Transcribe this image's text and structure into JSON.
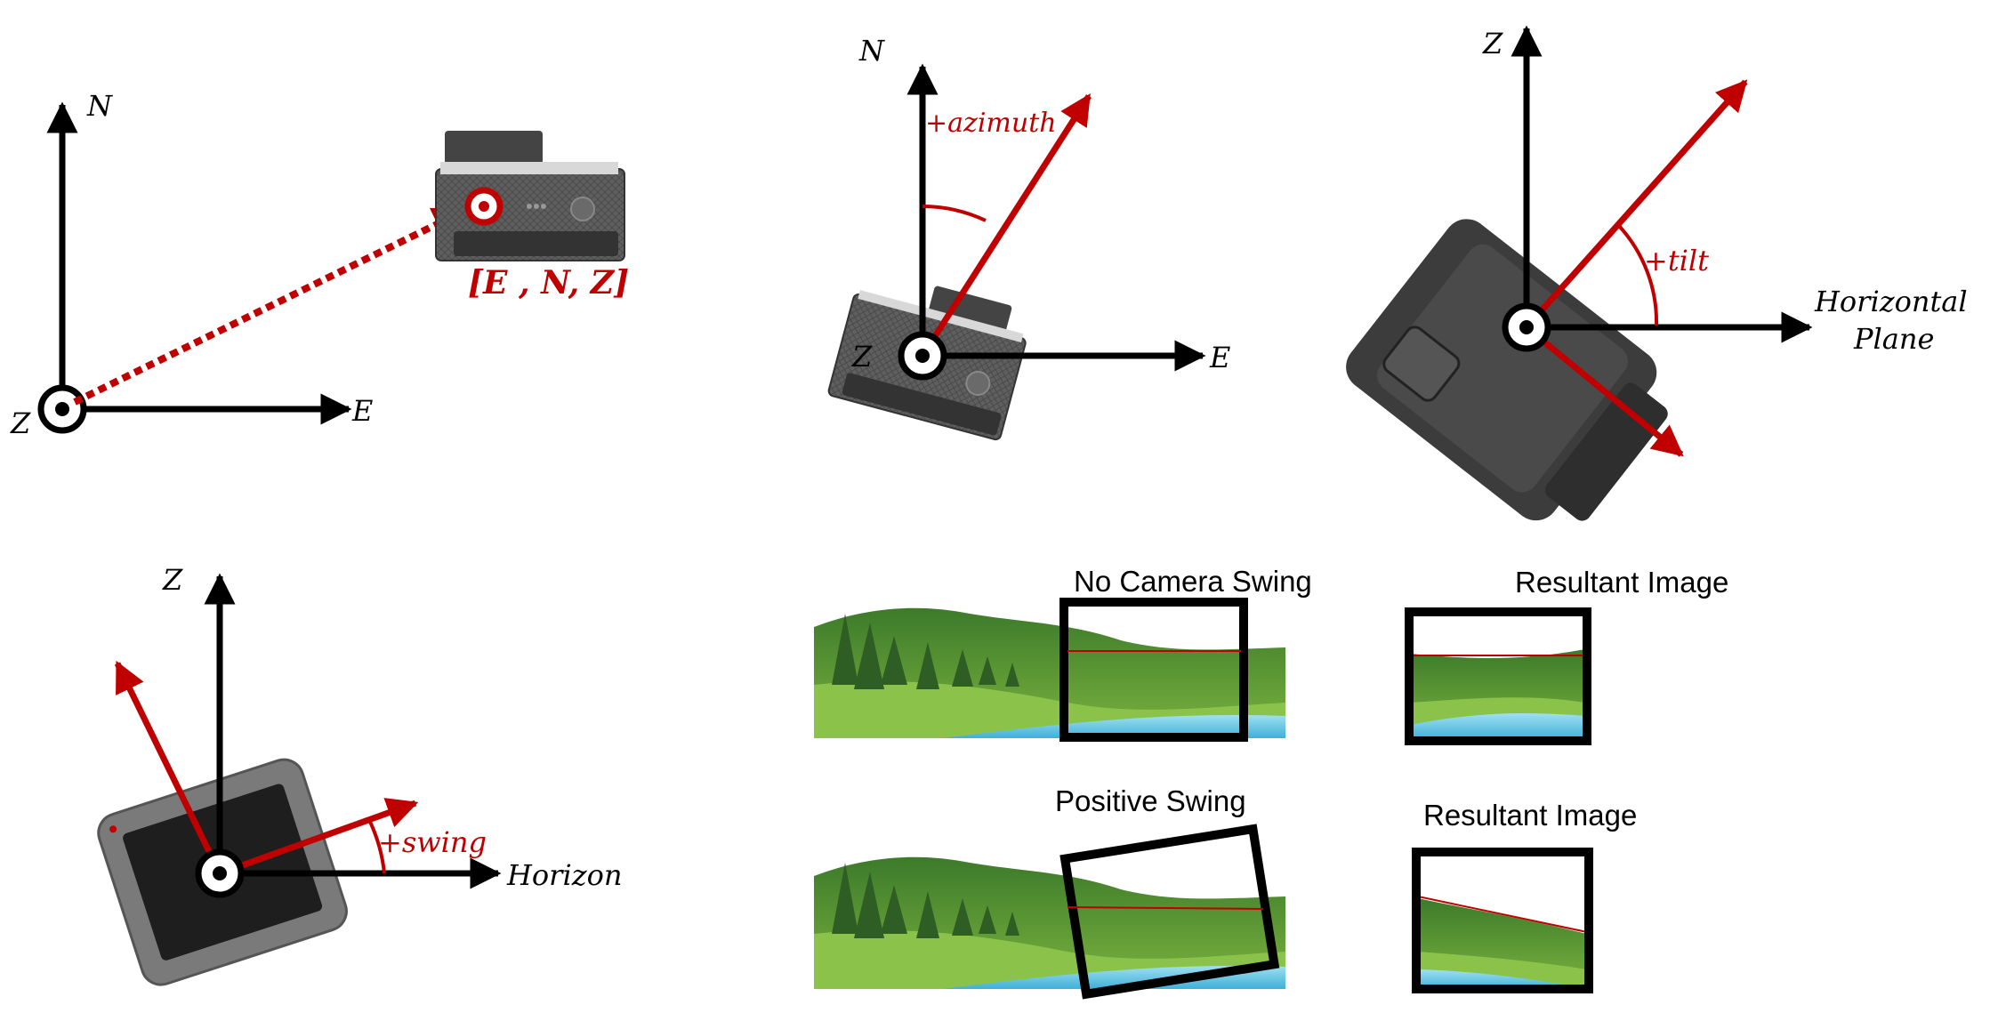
{
  "panel_position": {
    "axis_n": "N",
    "axis_e": "E",
    "axis_z": "Z",
    "camera_position_label": "[E , N, Z]"
  },
  "panel_azimuth": {
    "axis_n": "N",
    "axis_e": "E",
    "axis_z": "Z",
    "angle_label": "+azimuth"
  },
  "panel_tilt": {
    "axis_z": "Z",
    "horizontal_line1": "Horizontal",
    "horizontal_line2": "Plane",
    "angle_label": "+tilt"
  },
  "panel_swing": {
    "axis_z": "Z",
    "horizon_label": "Horizon",
    "angle_label": "+swing"
  },
  "panel_images": {
    "no_swing_title": "No Camera Swing",
    "no_swing_result_title": "Resultant Image",
    "positive_swing_title": "Positive Swing",
    "positive_swing_result_title": "Resultant Image"
  },
  "colors": {
    "axis": "#000000",
    "accent_red": "#c00000",
    "camera_body": "#5a5a5a",
    "grass": "#6aa53a",
    "water": "#5fc3e4"
  }
}
